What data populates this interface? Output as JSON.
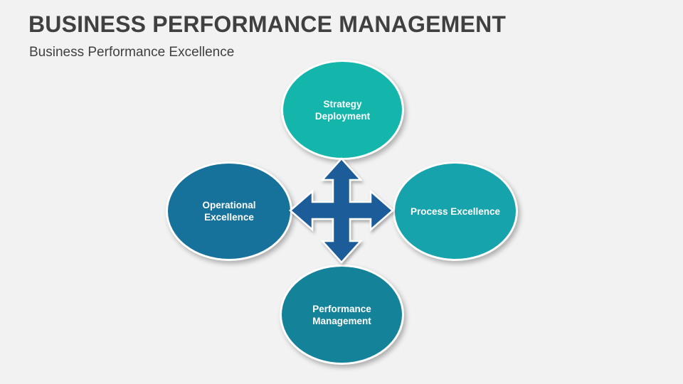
{
  "slide": {
    "title": "BUSINESS PERFORMANCE MANAGEMENT",
    "subtitle": "Business Performance Excellence"
  },
  "diagram": {
    "nodes": {
      "top": {
        "label": "Strategy\nDeployment",
        "color": "#14b6ab"
      },
      "left": {
        "label": "Operational\nExcellence",
        "color": "#16729b"
      },
      "right": {
        "label": "Process Excellence",
        "color": "#17a3ac"
      },
      "bottom": {
        "label": "Performance\nManagement",
        "color": "#148399"
      }
    },
    "center_icon": "four-way-arrow-icon",
    "arrow_color": "#1f5c99"
  }
}
